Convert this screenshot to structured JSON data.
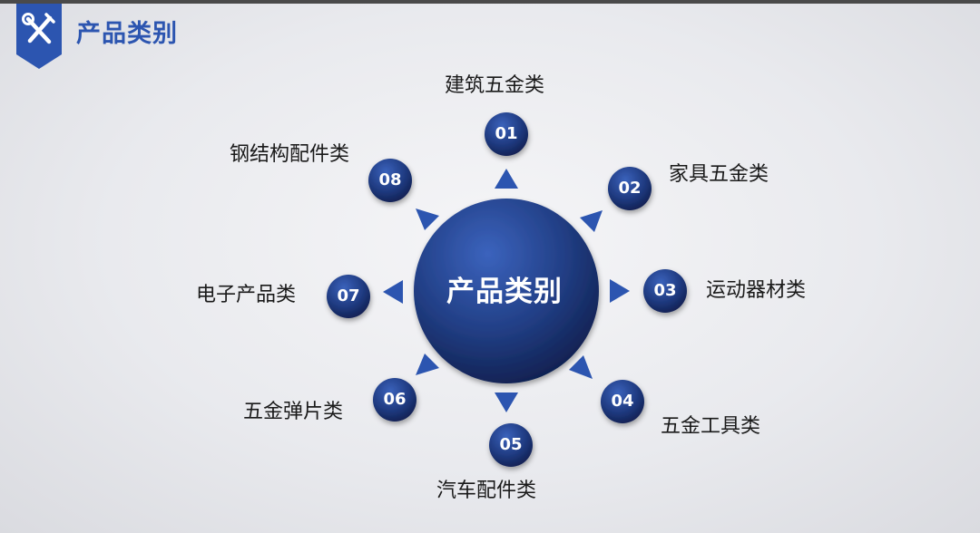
{
  "header": {
    "title": "产品类别",
    "icon": "tools-icon",
    "accent_color": "#2c55b0"
  },
  "center": {
    "label": "产品类别"
  },
  "categories": [
    {
      "num": "01",
      "label": "建筑五金类"
    },
    {
      "num": "02",
      "label": "家具五金类"
    },
    {
      "num": "03",
      "label": "运动器材类"
    },
    {
      "num": "04",
      "label": "五金工具类"
    },
    {
      "num": "05",
      "label": "汽车配件类"
    },
    {
      "num": "06",
      "label": "五金弹片类"
    },
    {
      "num": "07",
      "label": "电子产品类"
    },
    {
      "num": "08",
      "label": "钢结构配件类"
    }
  ]
}
